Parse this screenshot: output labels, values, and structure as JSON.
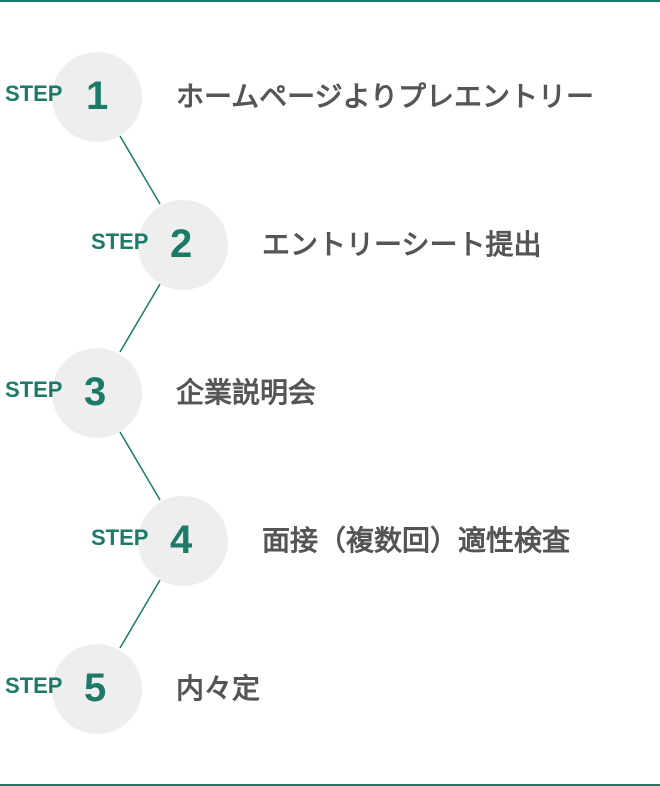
{
  "colors": {
    "accent": "#1d7a68",
    "circle": "#eeeeee",
    "text": "#555555"
  },
  "steps": [
    {
      "label": "STEP",
      "number": "1",
      "text": "ホームページよりプレエントリー"
    },
    {
      "label": "STEP",
      "number": "2",
      "text": "エントリーシート提出"
    },
    {
      "label": "STEP",
      "number": "3",
      "text": "企業説明会"
    },
    {
      "label": "STEP",
      "number": "4",
      "text": "面接（複数回）適性検査"
    },
    {
      "label": "STEP",
      "number": "5",
      "text": "内々定"
    }
  ]
}
